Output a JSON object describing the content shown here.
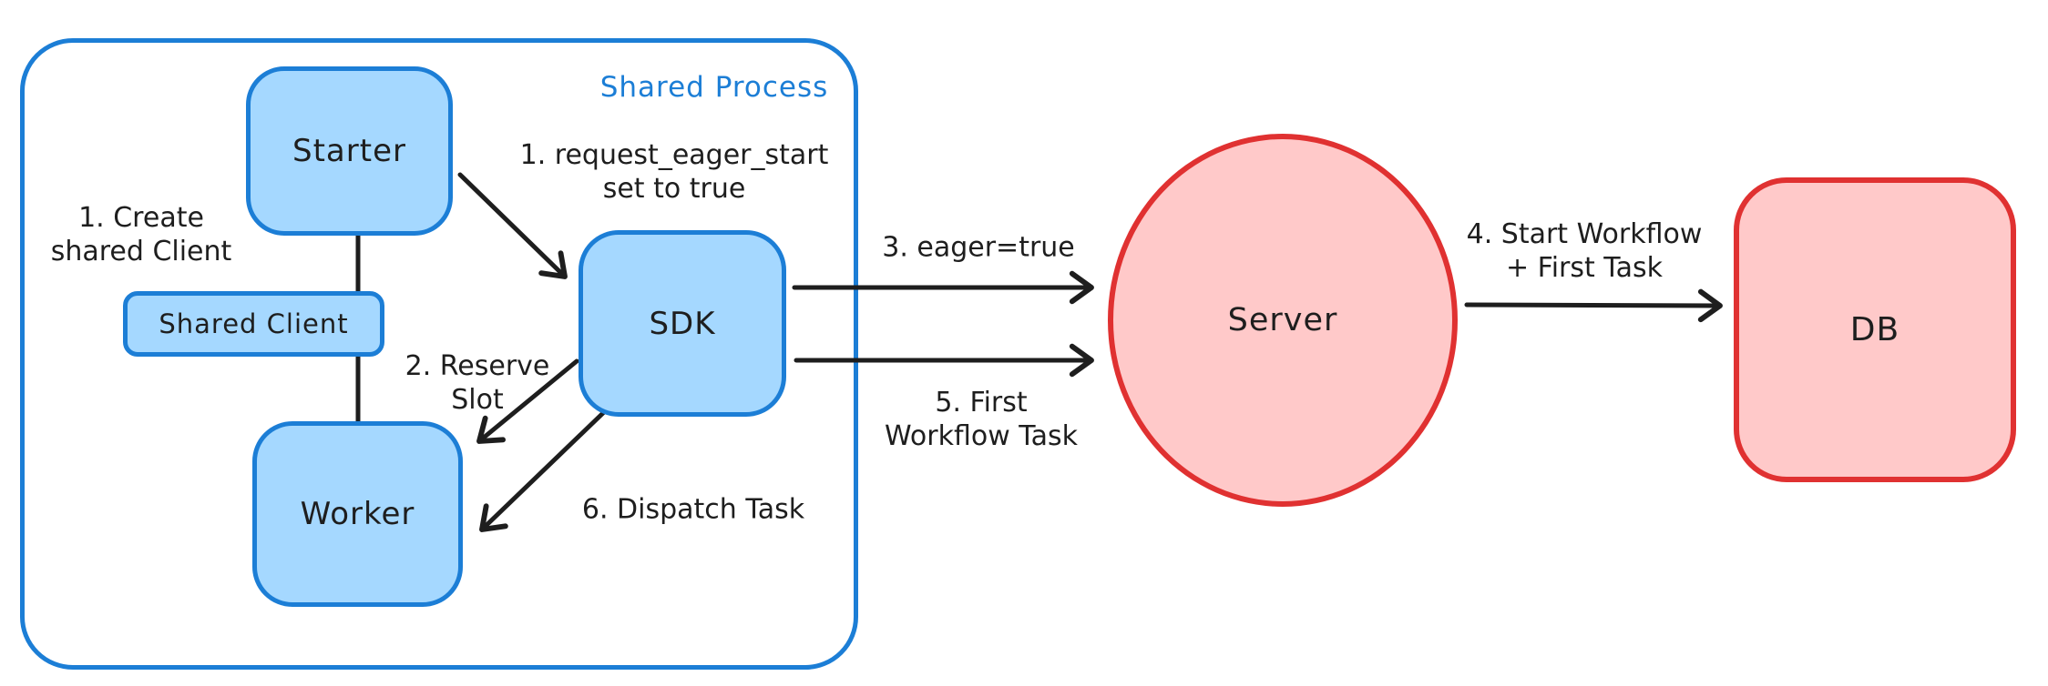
{
  "colors": {
    "blue_fill": "#a5d8ff",
    "blue_stroke": "#1c7ed6",
    "red_fill": "#ffc9c9",
    "red_stroke": "#e03131",
    "ink": "#1e1e1e",
    "title_blue": "#1c7ed6"
  },
  "container": {
    "label": "Shared Process"
  },
  "nodes": {
    "starter": "Starter",
    "shared_client": "Shared Client",
    "worker": "Worker",
    "sdk": "SDK",
    "server": "Server",
    "db": "DB"
  },
  "annotations": {
    "create_shared_client": {
      "line1": "1. Create",
      "line2": "shared Client"
    },
    "request_eager_start": {
      "line1": "1. request_eager_start",
      "line2": "set to true"
    },
    "reserve_slot": {
      "line1": "2. Reserve",
      "line2": "Slot"
    },
    "eager_true": "3. eager=true",
    "start_workflow": {
      "line1": "4. Start Workflow",
      "line2": "+ First Task"
    },
    "first_workflow_task": {
      "line1": "5. First",
      "line2": "Workflow Task"
    },
    "dispatch_task": "6. Dispatch Task"
  }
}
